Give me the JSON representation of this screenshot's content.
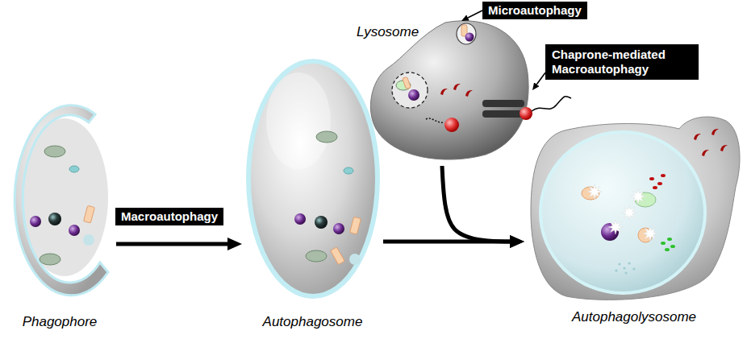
{
  "diagram": {
    "nodes": [
      {
        "text": [
          "Microautophagy"
        ]
      },
      {
        "text": [
          "Lysosome"
        ]
      },
      {
        "text": [
          "Chaprone-mediated Macroautophagy"
        ]
      },
      {
        "text": [
          "Phagophore"
        ]
      },
      {
        "text": [
          "Macroautophagy"
        ]
      },
      {
        "text": [
          "Autophagosome"
        ]
      },
      {
        "text": [
          "Autophagolysosome"
        ]
      }
    ],
    "edges": [
      {
        "from": 3,
        "to": 5,
        "arrow": "to"
      },
      {
        "from": 5,
        "to": 6,
        "arrow": "to"
      },
      {
        "from": 1,
        "to": 6,
        "arrow": "to"
      },
      {
        "from": 0,
        "to": 1,
        "arrow": "to"
      },
      {
        "from": 2,
        "to": 1,
        "arrow": "to"
      }
    ]
  }
}
